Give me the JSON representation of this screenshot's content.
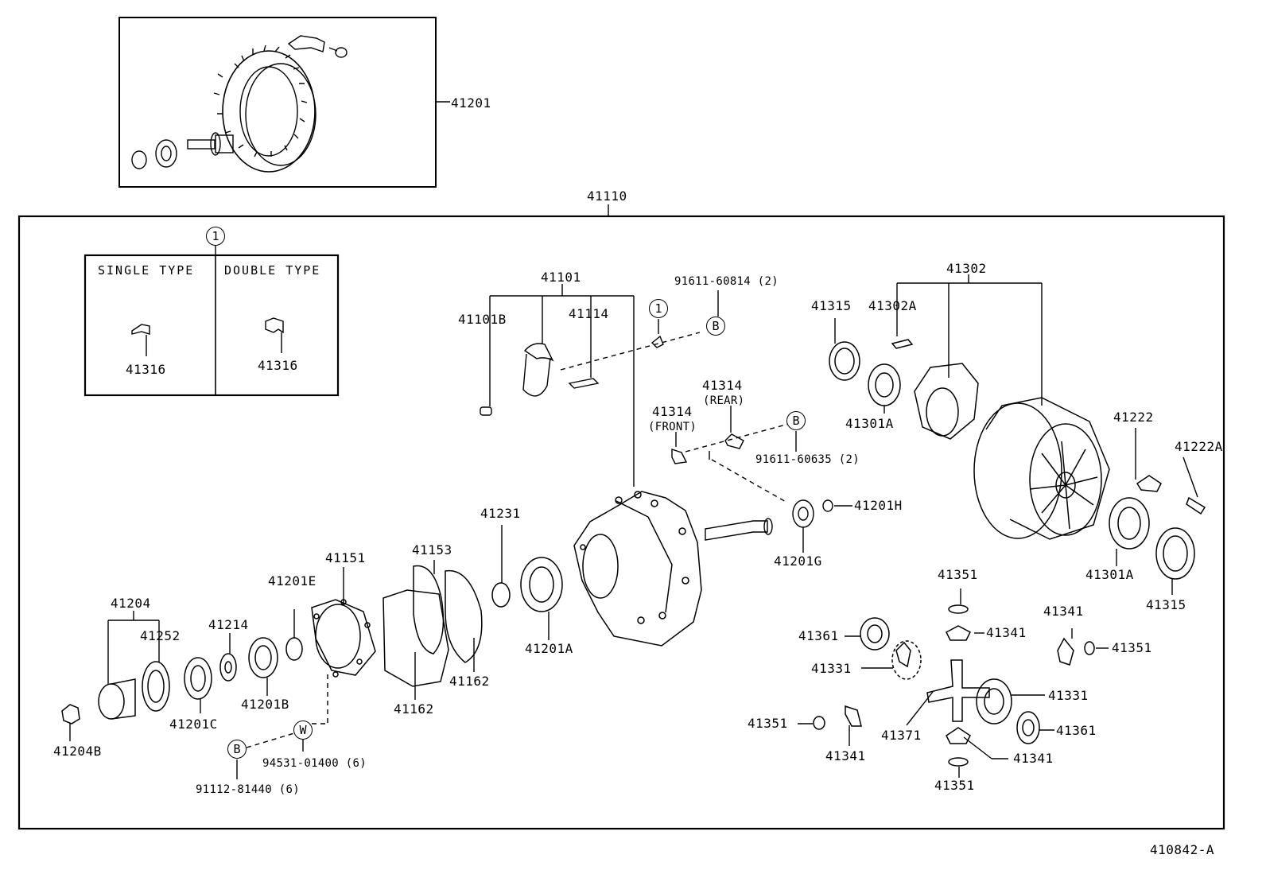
{
  "diagram_id": "410842-A",
  "top_assembly": {
    "part": "41201"
  },
  "main_assembly": {
    "part": "41110"
  },
  "inset": {
    "marker": "1",
    "left_header": "SINGLE TYPE",
    "right_header": "DOUBLE TYPE",
    "left_part": "41316",
    "right_part": "41316"
  },
  "markers": {
    "b": "B",
    "w": "W",
    "one": "1"
  },
  "parts": {
    "p41101": "41101",
    "p41101B": "41101B",
    "p41114": "41114",
    "bolt_91611_60814": "91611-60814 (2)",
    "p41314_rear": "41314",
    "rear_note": "(REAR)",
    "p41314_front": "41314",
    "front_note": "(FRONT)",
    "bolt_91611_60635": "91611-60635 (2)",
    "p41302": "41302",
    "p41315_top": "41315",
    "p41302A": "41302A",
    "p41301A_top": "41301A",
    "p41222": "41222",
    "p41222A": "41222A",
    "p41201H": "41201H",
    "p41201G": "41201G",
    "p41231": "41231",
    "p41153": "41153",
    "p41151": "41151",
    "p41201E": "41201E",
    "p41201A": "41201A",
    "p41162_right": "41162",
    "p41162_left": "41162",
    "p41204": "41204",
    "p41252": "41252",
    "p41214": "41214",
    "p41201C": "41201C",
    "p41201B": "41201B",
    "p41204B": "41204B",
    "bolt_94531_01400": "94531-01400 (6)",
    "bolt_91112_81440": "91112-81440 (6)",
    "p41301A_right": "41301A",
    "p41315_right": "41315",
    "p41351_top": "41351",
    "p41341_top": "41341",
    "p41361_left": "41361",
    "p41331_left": "41331",
    "p41341_right": "41341",
    "p41351_right": "41351",
    "p41331_right": "41331",
    "p41361_right": "41361",
    "p41351_left": "41351",
    "p41341_left": "41341",
    "p41371": "41371",
    "p41341_bottom": "41341",
    "p41351_bottom": "41351"
  }
}
